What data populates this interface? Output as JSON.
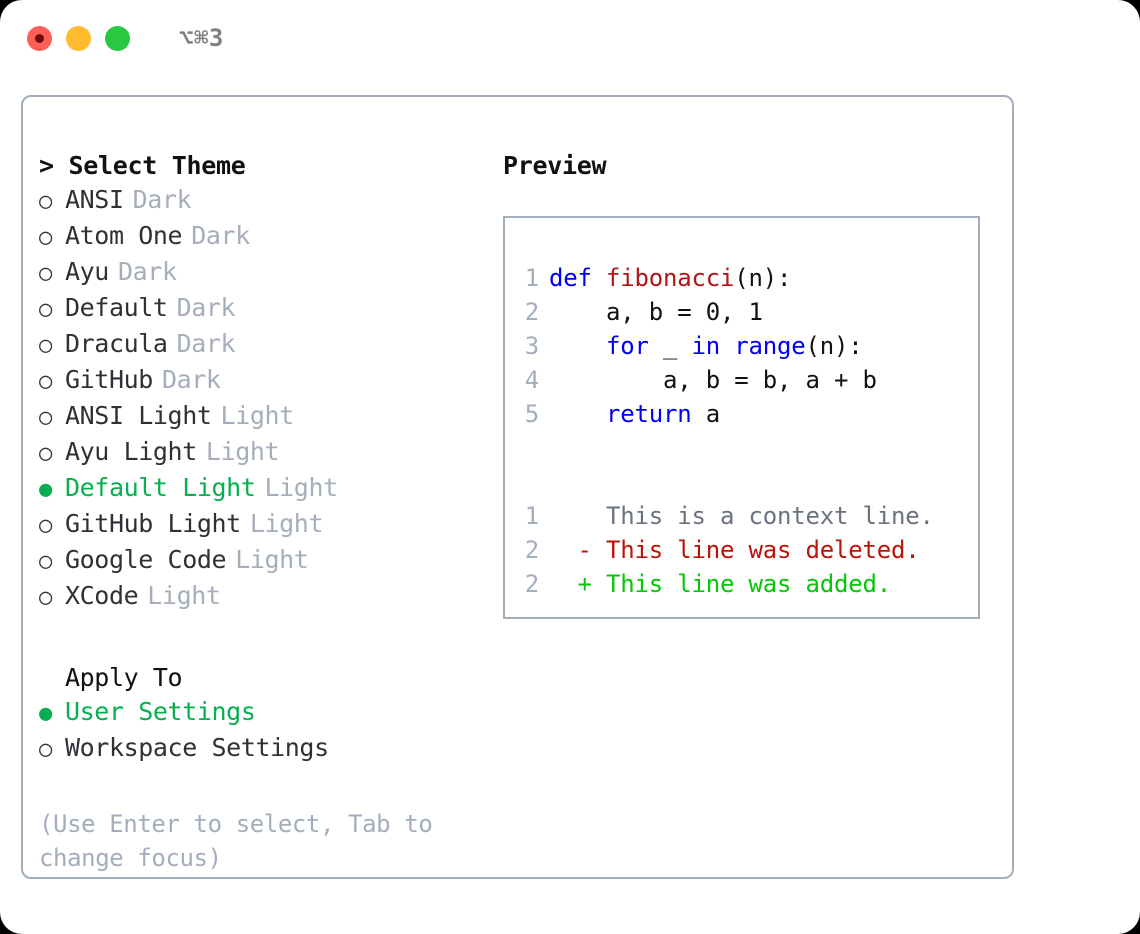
{
  "titlebar": {
    "shortcut": "⌥⌘3",
    "lights": [
      "close",
      "minimize",
      "maximize"
    ]
  },
  "theme_list": {
    "header": "> Select Theme",
    "marker_selected": "●",
    "marker_unselected": "○",
    "items": [
      {
        "name": "ANSI",
        "variant": "Dark",
        "selected": false
      },
      {
        "name": "Atom One",
        "variant": "Dark",
        "selected": false
      },
      {
        "name": "Ayu",
        "variant": "Dark",
        "selected": false
      },
      {
        "name": "Default",
        "variant": "Dark",
        "selected": false
      },
      {
        "name": "Dracula",
        "variant": "Dark",
        "selected": false
      },
      {
        "name": "GitHub",
        "variant": "Dark",
        "selected": false
      },
      {
        "name": "ANSI Light",
        "variant": "Light",
        "selected": false
      },
      {
        "name": "Ayu Light",
        "variant": "Light",
        "selected": false
      },
      {
        "name": "Default Light",
        "variant": "Light",
        "selected": true
      },
      {
        "name": "GitHub Light",
        "variant": "Light",
        "selected": false
      },
      {
        "name": "Google Code",
        "variant": "Light",
        "selected": false
      },
      {
        "name": "XCode",
        "variant": "Light",
        "selected": false
      }
    ]
  },
  "apply_to": {
    "header": "Apply To",
    "items": [
      {
        "name": "User Settings",
        "selected": true
      },
      {
        "name": "Workspace Settings",
        "selected": false
      }
    ]
  },
  "hint": "(Use Enter to select, Tab to change focus)",
  "preview": {
    "title": "Preview",
    "code_lines": [
      {
        "num": "1",
        "tokens": [
          {
            "t": "def ",
            "c": "kw"
          },
          {
            "t": "fibonacci",
            "c": "fn"
          },
          {
            "t": "(n):",
            "c": "ctext"
          }
        ]
      },
      {
        "num": "2",
        "tokens": [
          {
            "t": "    a, b = 0, 1",
            "c": "ctext"
          }
        ]
      },
      {
        "num": "3",
        "tokens": [
          {
            "t": "    ",
            "c": "ctext"
          },
          {
            "t": "for",
            "c": "kw"
          },
          {
            "t": " _ ",
            "c": "ctext"
          },
          {
            "t": "in",
            "c": "kw"
          },
          {
            "t": " ",
            "c": "ctext"
          },
          {
            "t": "range",
            "c": "kw"
          },
          {
            "t": "(n):",
            "c": "ctext"
          }
        ]
      },
      {
        "num": "4",
        "tokens": [
          {
            "t": "        a, b = b, a + b",
            "c": "ctext"
          }
        ]
      },
      {
        "num": "5",
        "tokens": [
          {
            "t": "    ",
            "c": "ctext"
          },
          {
            "t": "return",
            "c": "kw"
          },
          {
            "t": " a",
            "c": "ctext"
          }
        ]
      }
    ],
    "diff_lines": [
      {
        "num": "1",
        "sign": " ",
        "text": " This is a context line.",
        "cls": "ctx"
      },
      {
        "num": "2",
        "sign": "-",
        "text": " This line was deleted.",
        "cls": "del"
      },
      {
        "num": "2",
        "sign": "+",
        "text": " This line was added.",
        "cls": "add"
      }
    ]
  },
  "colors": {
    "accent_green": "#06b050",
    "border": "#a3aebd",
    "muted": "#a6aebb",
    "keyword_blue": "#0000f0",
    "function_red": "#b01515",
    "diff_deleted": "#bb1209",
    "diff_added": "#07c507",
    "light_red": "#ff5f57",
    "light_yellow": "#febc2e",
    "light_green": "#28c840"
  }
}
